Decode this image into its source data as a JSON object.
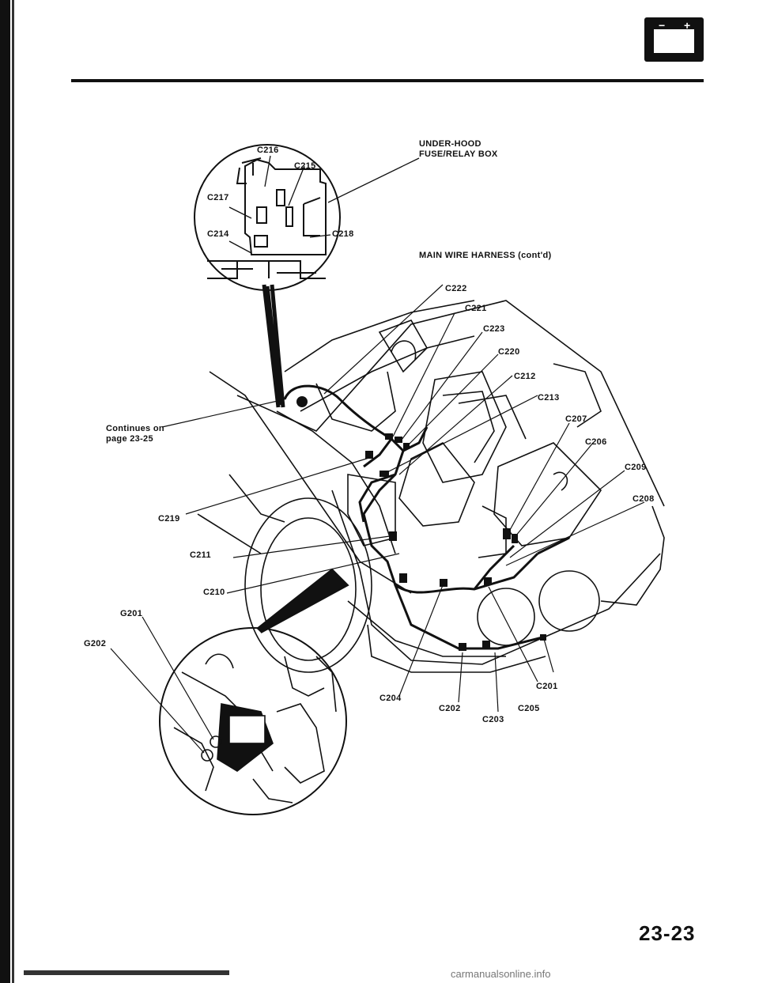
{
  "header": {
    "battery_minus": "−",
    "battery_plus": "+"
  },
  "labels": {
    "under_hood_line1": "UNDER-HOOD",
    "under_hood_line2": "FUSE/RELAY BOX",
    "main_harness": "MAIN WIRE HARNESS (cont'd)",
    "continues_line1": "Continues on",
    "continues_line2": "page 23-25"
  },
  "connectors": {
    "c216": "C216",
    "c215": "C215",
    "c217": "C217",
    "c214": "C214",
    "c218": "C218",
    "c222": "C222",
    "c221": "C221",
    "c223": "C223",
    "c220": "C220",
    "c212": "C212",
    "c213": "C213",
    "c207": "C207",
    "c206": "C206",
    "c209": "C209",
    "c208": "C208",
    "c219": "C219",
    "c211": "C211",
    "c210": "C210",
    "c204": "C204",
    "c201": "C201",
    "c202": "C202",
    "c205": "C205",
    "c203": "C203",
    "g201": "G201",
    "g202": "G202"
  },
  "footer": {
    "page_number": "23-23",
    "watermark": "carmanualsonline.info"
  }
}
